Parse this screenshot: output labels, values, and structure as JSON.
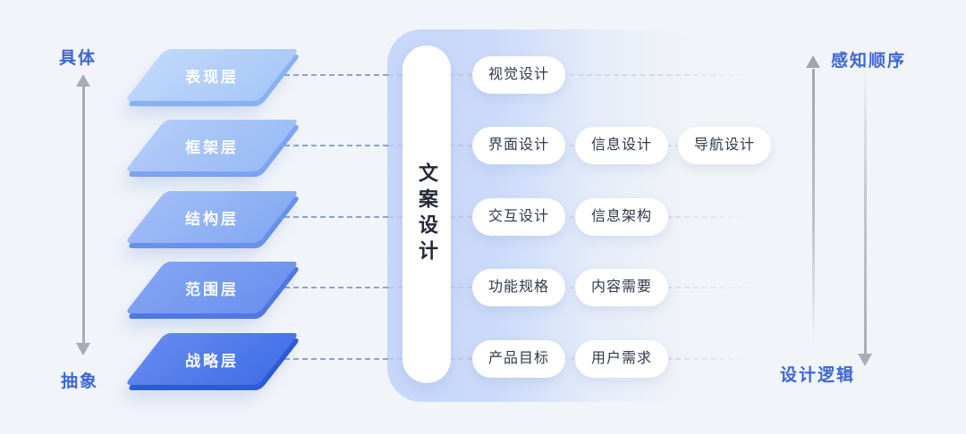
{
  "left_axis": {
    "top_label": "具体",
    "bottom_label": "抽象"
  },
  "layers": [
    {
      "label": "表现层"
    },
    {
      "label": "框架层"
    },
    {
      "label": "结构层"
    },
    {
      "label": "范围层"
    },
    {
      "label": "战略层"
    }
  ],
  "center_panel": {
    "title": "文案设计"
  },
  "rows": [
    {
      "pills": [
        "视觉设计"
      ]
    },
    {
      "pills": [
        "界面设计",
        "信息设计",
        "导航设计"
      ]
    },
    {
      "pills": [
        "交互设计",
        "信息架构"
      ]
    },
    {
      "pills": [
        "功能规格",
        "内容需要"
      ]
    },
    {
      "pills": [
        "产品目标",
        "用户需求"
      ]
    }
  ],
  "right_axis": {
    "up_label": "感知顺序",
    "down_label": "设计逻辑"
  },
  "colors": {
    "background": "#f1f4f8",
    "axis_text_blue": "#3f67d3",
    "arrow_gray": "#a6acb7",
    "panel_blue": "#c7d8fa",
    "pill_bg": "#ffffff",
    "pill_text": "#2f3a4a",
    "panel_title_text": "#232a36",
    "layer_fills": [
      "#b3cef8",
      "#a3c2f6",
      "#90b2f3",
      "#7399f0",
      "#4f7cea"
    ],
    "layer_label_text": "#ffffff",
    "dash_blue": "#8ca4d1",
    "dash_light": "#d2d8e2"
  }
}
